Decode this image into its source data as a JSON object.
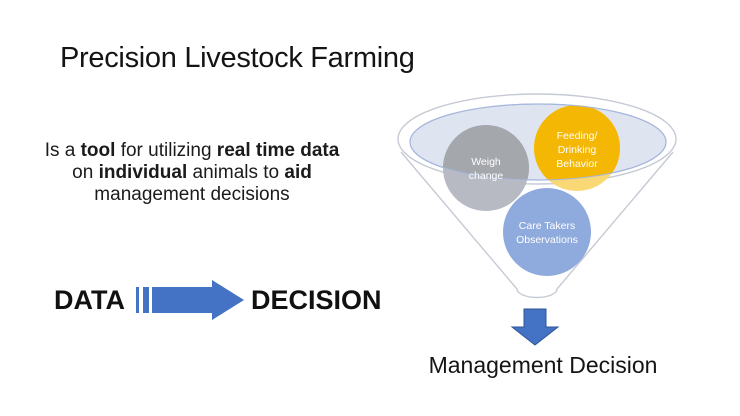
{
  "slide": {
    "background_color": "#FFFFFF",
    "title": "Precision Livestock Farming",
    "intro": {
      "lines": [
        {
          "segments": [
            {
              "text": "Is a ",
              "bold": false
            },
            {
              "text": "tool",
              "bold": true
            },
            {
              "text": " for utilizing ",
              "bold": false
            },
            {
              "text": "real time data",
              "bold": true
            }
          ]
        },
        {
          "segments": [
            {
              "text": "on ",
              "bold": false
            },
            {
              "text": "individual",
              "bold": true
            },
            {
              "text": " animals to ",
              "bold": false
            },
            {
              "text": "aid",
              "bold": true
            }
          ]
        },
        {
          "segments": [
            {
              "text": "management decisions",
              "bold": false
            }
          ]
        }
      ]
    },
    "flow": {
      "data_label": "DATA",
      "decision_label": "DECISION",
      "arrow_color": "#4472C4"
    },
    "funnel": {
      "outline_color": "#C6CAD4",
      "bowl_fill": "#DFE4F1",
      "bowl_stroke": "#A6B6DC",
      "circles": [
        {
          "name": "weigh-change",
          "lines": [
            "Weigh",
            "change"
          ],
          "color_in_bowl": "#A4A7AC",
          "color_below": "#B7BAC3",
          "text_color": "#FFFFFF"
        },
        {
          "name": "feeding-drinking-behavior",
          "lines": [
            "Feeding/",
            "Drinking",
            "Behavior"
          ],
          "color_in_bowl": "#F4B703",
          "color_below": "#FBD876",
          "text_color": "#FFFFFF"
        },
        {
          "name": "care-takers-observations",
          "lines": [
            "Care Takers",
            "Observations"
          ],
          "color": "#8FAADC",
          "text_color": "#FFFFFF"
        }
      ],
      "arrow_color": "#4472C4",
      "arrow_stroke": "#2F5597",
      "caption": "Management Decision"
    }
  }
}
